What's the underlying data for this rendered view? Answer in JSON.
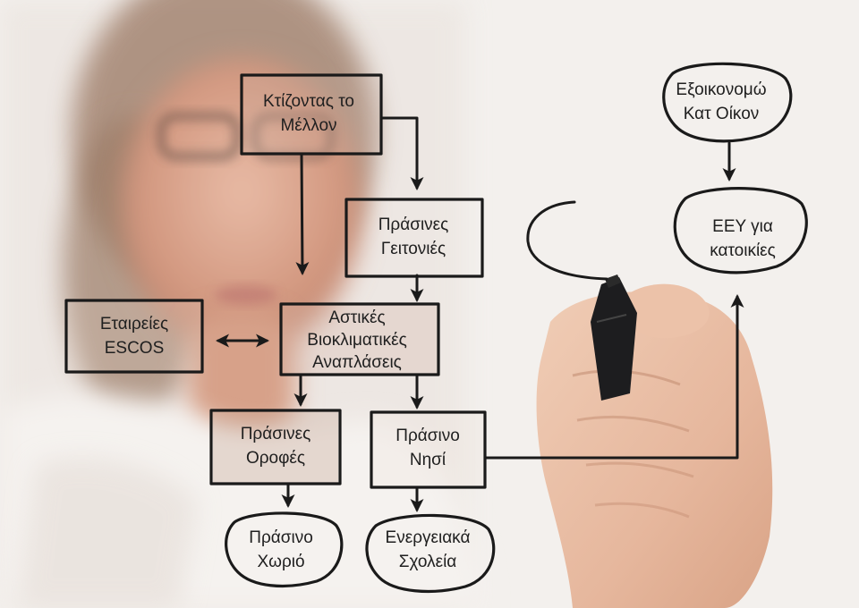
{
  "nodes": {
    "ktizontas": {
      "lines": [
        "Κτίζοντας το",
        "Μέλλον"
      ]
    },
    "eksoikonomo": {
      "lines": [
        "Εξοικονομώ",
        "Κατ Οίκον"
      ]
    },
    "prasines_geitonies": {
      "lines": [
        "Πράσινες",
        "Γειτονιές"
      ]
    },
    "eey": {
      "lines": [
        "ΕΕΥ για",
        "κατοικίες"
      ]
    },
    "escos": {
      "lines": [
        "Εταιρείες",
        "ESCOS"
      ]
    },
    "astikes": {
      "lines": [
        "Αστικές",
        "Βιοκλιματικές",
        "Αναπλάσεις"
      ]
    },
    "orofes": {
      "lines": [
        "Πράσινες",
        "Οροφές"
      ]
    },
    "nisi": {
      "lines": [
        "Πράσινο",
        "Νησί"
      ]
    },
    "xorio": {
      "lines": [
        "Πράσινο",
        "Χωριό"
      ]
    },
    "sxoleia": {
      "lines": [
        "Ενεργειακά",
        "Σχολεία"
      ]
    }
  },
  "colors": {
    "ink": "#1a1a1a",
    "background": "#f4f1ee",
    "skin": "#d9a58e",
    "hair": "#8a6a55"
  }
}
